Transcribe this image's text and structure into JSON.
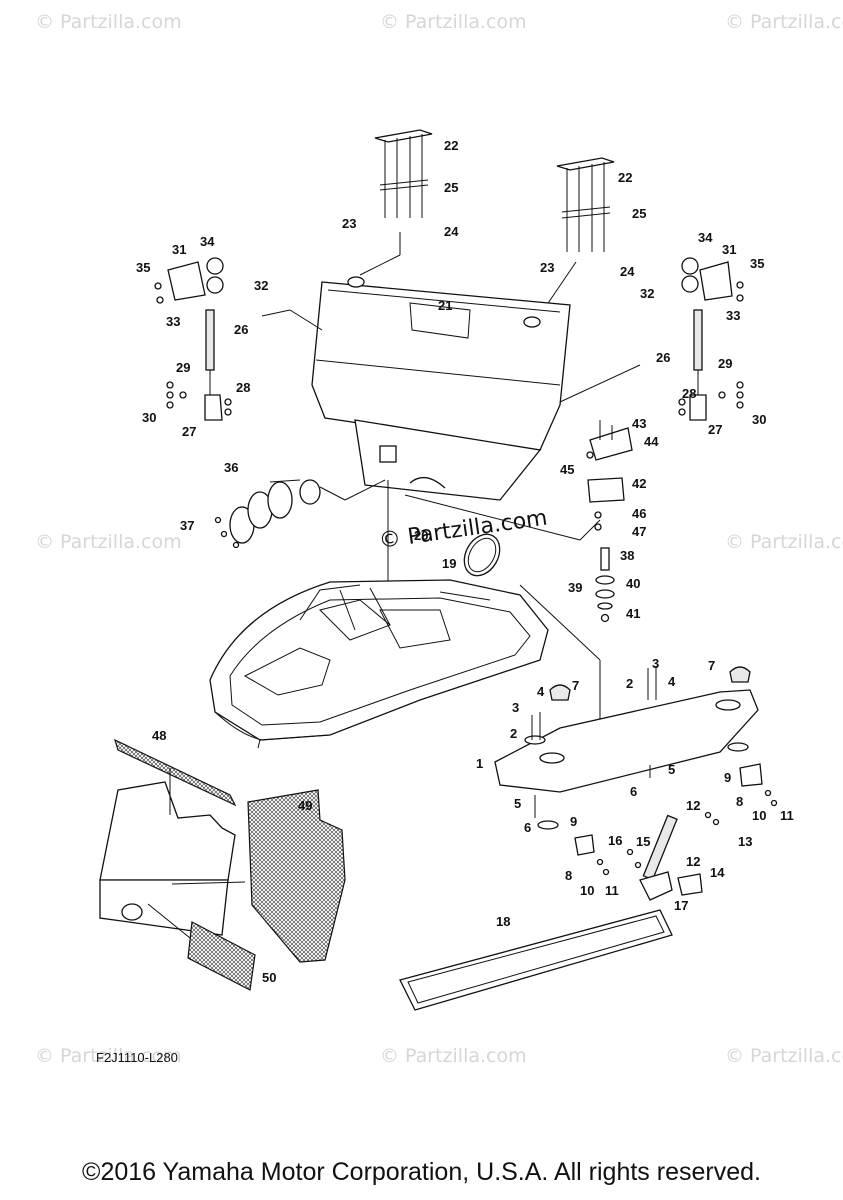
{
  "watermark": "© Partzilla.com",
  "diagram_code": "F2J1110-L280",
  "copyright": "©2016 Yamaha Motor Corporation, U.S.A. All rights reserved.",
  "callouts": [
    "1",
    "2",
    "3",
    "4",
    "5",
    "6",
    "7",
    "8",
    "9",
    "10",
    "11",
    "12",
    "13",
    "14",
    "15",
    "16",
    "17",
    "18",
    "19",
    "20",
    "21",
    "22",
    "23",
    "24",
    "25",
    "26",
    "27",
    "28",
    "29",
    "30",
    "31",
    "32",
    "33",
    "34",
    "35",
    "36",
    "37",
    "38",
    "39",
    "40",
    "41",
    "42",
    "43",
    "44",
    "45",
    "46",
    "47",
    "48",
    "49",
    "50"
  ]
}
